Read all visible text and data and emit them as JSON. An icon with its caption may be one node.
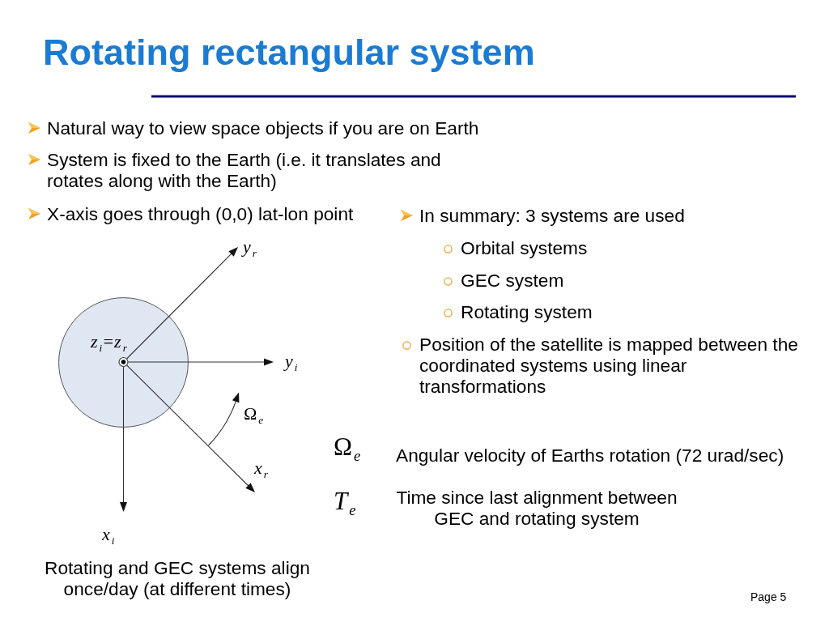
{
  "diagram": {
    "title": "Rotating rectangular system",
    "caption": "Rotating and GEC systems align once/day (at different times)",
    "nodes": [
      {
        "text": [
          "z$_{i}$=z$_{r}$"
        ]
      }
    ],
    "labels": [
      "Natural way to view space objects if you are on Earth",
      "System is fixed to the Earth (i.e. it translates and rotates along with the Earth)",
      "X-axis goes through (0,0) lat-lon point",
      "In summary: 3 systems are used",
      "Orbital systems",
      "GEC system",
      "Rotating system",
      "Position of the satellite is mapped between the coordinated systems using linear transformations",
      "y$_{r}$",
      "y$_{i}$",
      "Ω$_{e}$",
      "x$_{r}$",
      "x$_{i}$",
      "Ω$_{e}$",
      "Angular velocity of Earths rotation (72 urad/sec)",
      "T$_{e}$",
      "Time since last alignment between GEC and rotating system",
      "Page 5"
    ]
  }
}
